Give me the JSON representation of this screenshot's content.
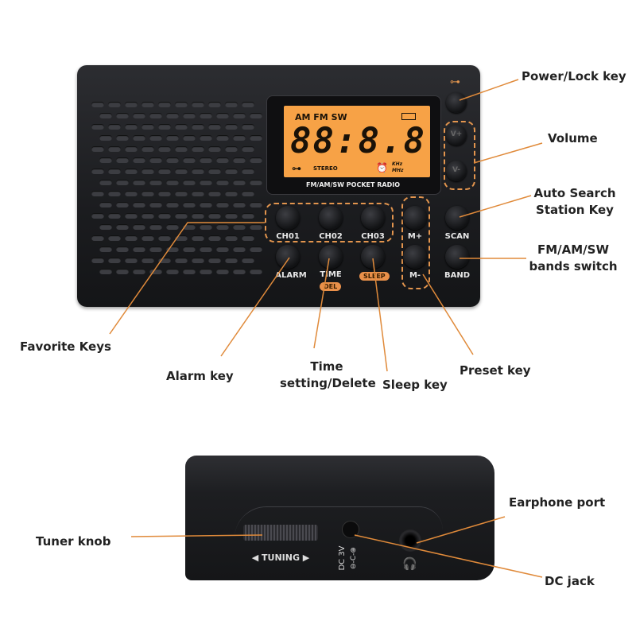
{
  "colors": {
    "accent": "#e08a3a",
    "lcd": "#f7a246",
    "body": "#1d1e21"
  },
  "display": {
    "bands": "AM FM SW",
    "digits": "88:8.8",
    "stereo": "STEREO",
    "units_khz": "KHz",
    "units_mhz": "MHz",
    "brand": "FM/AM/SW POCKET RADIO"
  },
  "buttons": {
    "ch01": "CH01",
    "ch02": "CH02",
    "ch03": "CH03",
    "m_plus": "M+",
    "scan": "SCAN",
    "alarm": "ALARM",
    "time": "TIME",
    "del": "DEL",
    "sleep": "SLEEP",
    "m_minus": "M-",
    "band": "BAND",
    "v_plus": "V+",
    "v_minus": "V-"
  },
  "callouts": {
    "power_lock": "Power/Lock key",
    "volume": "Volume",
    "auto_search_1": "Auto Search",
    "auto_search_2": "Station Key",
    "bands_1": "FM/AM/SW",
    "bands_2": "bands switch",
    "favorite": "Favorite Keys",
    "alarm": "Alarm key",
    "time_1": "Time",
    "time_2": "setting/Delete",
    "sleep": "Sleep key",
    "preset": "Preset key",
    "tuner": "Tuner knob",
    "earphone": "Earphone port",
    "dc": "DC jack"
  },
  "side": {
    "tuning": "◀ TUNING ▶",
    "dc_label": "DC 3V",
    "dc_polarity": "⊖-C-⊕"
  }
}
